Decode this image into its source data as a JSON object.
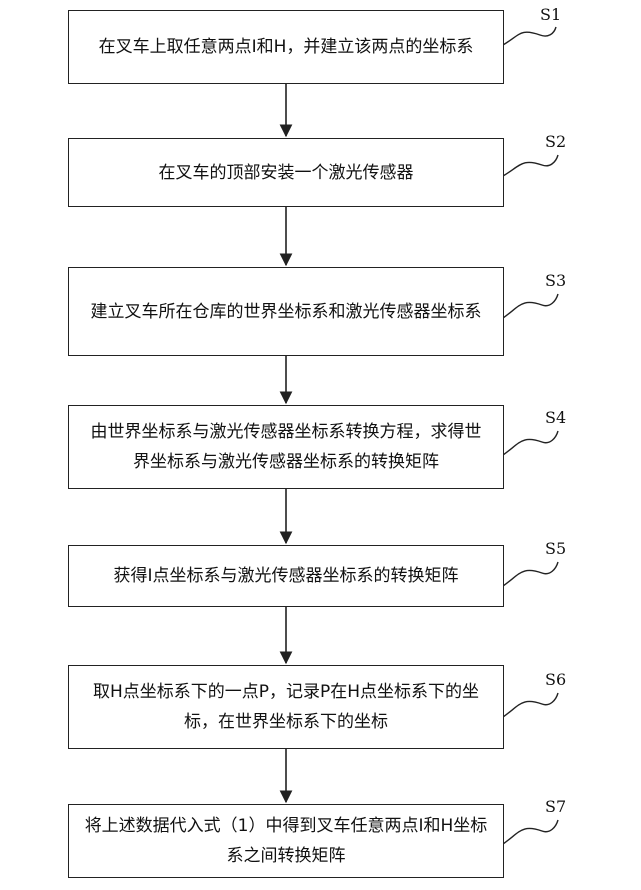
{
  "steps": [
    {
      "id": "S1",
      "text": "在叉车上取任意两点I和H，并建立该两点的坐标系"
    },
    {
      "id": "S2",
      "text": "在叉车的顶部安装一个激光传感器"
    },
    {
      "id": "S3",
      "text": "建立叉车所在仓库的世界坐标系和激光传感器坐标系"
    },
    {
      "id": "S4",
      "text": "由世界坐标系与激光传感器坐标系转换方程，求得世界坐标系与激光传感器坐标系的转换矩阵"
    },
    {
      "id": "S5",
      "text": "获得I点坐标系与激光传感器坐标系的转换矩阵"
    },
    {
      "id": "S6",
      "text": "取H点坐标系下的一点P，记录P在H点坐标系下的坐标，在世界坐标系下的坐标"
    },
    {
      "id": "S7",
      "text": "将上述数据代入式（1）中得到叉车任意两点I和H坐标系之间转换矩阵"
    }
  ]
}
